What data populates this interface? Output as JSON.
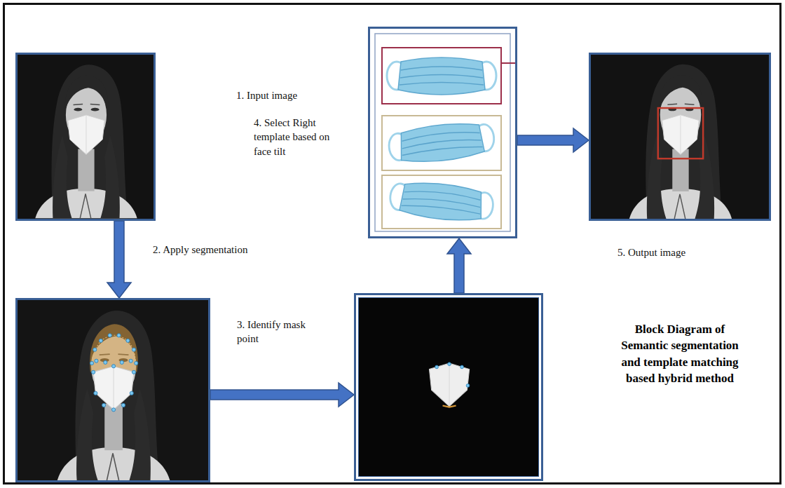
{
  "diagram": {
    "title": "Block Diagram of Semantic segmentation and template matching based hybrid method",
    "nodes": [
      {
        "text": [
          "1. Input image"
        ]
      },
      {
        "text": []
      },
      {
        "text": []
      },
      {
        "text": [
          "4. Select Right template based on face tilt"
        ]
      },
      {
        "text": [
          "5. Output image"
        ]
      }
    ],
    "edges": [
      {
        "from": 0,
        "to": 1,
        "arrow": "to",
        "label": "2. Apply segmentation"
      },
      {
        "from": 1,
        "to": 2,
        "arrow": "to",
        "label": "3. Identify mask point"
      },
      {
        "from": 2,
        "to": 3,
        "arrow": "to"
      },
      {
        "from": 3,
        "to": 4,
        "arrow": "to"
      }
    ]
  }
}
